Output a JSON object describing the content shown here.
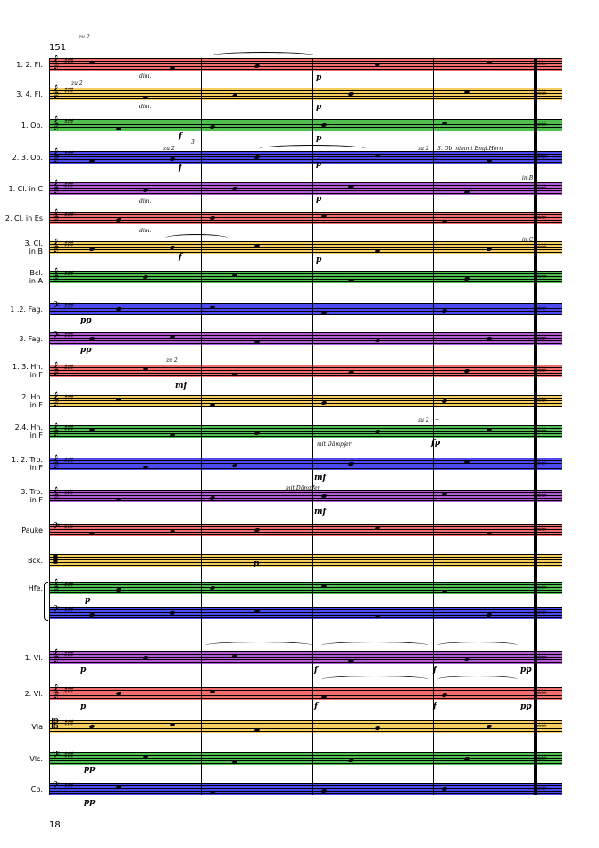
{
  "measure_number": "151",
  "page_number": "18",
  "colors": {
    "red": "#f26d6d",
    "yellow": "#f5cd5f",
    "green": "#4fbf4f",
    "blue": "#4b4bf0",
    "purple": "#b45bd6"
  },
  "staves": [
    {
      "label": "1. 2. Fl.",
      "color": "red",
      "clef": "treble"
    },
    {
      "label": "3. 4. Fl.",
      "color": "yellow",
      "clef": "treble"
    },
    {
      "label": "1. Ob.",
      "color": "green",
      "clef": "treble"
    },
    {
      "label": "2. 3. Ob.",
      "color": "blue",
      "clef": "treble"
    },
    {
      "label": "1. Cl. in C",
      "color": "purple",
      "clef": "treble"
    },
    {
      "label": "2. Cl. in Es",
      "color": "red",
      "clef": "treble"
    },
    {
      "label": "3. Cl.\nin B",
      "color": "yellow",
      "clef": "treble"
    },
    {
      "label": "Bcl.\nin A",
      "color": "green",
      "clef": "treble"
    },
    {
      "label": "1 .2. Fag.",
      "color": "blue",
      "clef": "bass"
    },
    {
      "label": "3. Fag.",
      "color": "purple",
      "clef": "bass"
    },
    {
      "label": "1. 3. Hn.\nin F",
      "color": "red",
      "clef": "treble"
    },
    {
      "label": "2. Hn.\nin F",
      "color": "yellow",
      "clef": "treble"
    },
    {
      "label": "2.4. Hn.\nin F",
      "color": "green",
      "clef": "treble"
    },
    {
      "label": "1. 2. Trp.\nin F",
      "color": "blue",
      "clef": "treble"
    },
    {
      "label": "3. Trp.\nin F",
      "color": "purple",
      "clef": "treble"
    },
    {
      "label": "Pauke",
      "color": "red",
      "clef": "bass"
    },
    {
      "label": "Bck.",
      "color": "yellow",
      "clef": "perc"
    },
    {
      "label": "Hfe.",
      "color": "green",
      "clef": "treble"
    },
    {
      "label": "",
      "color": "blue",
      "clef": "bass"
    },
    {
      "label": "1. Vl.",
      "color": "purple",
      "clef": "treble"
    },
    {
      "label": "2. Vl.",
      "color": "red",
      "clef": "treble"
    },
    {
      "label": "Vla",
      "color": "yellow",
      "clef": "alto"
    },
    {
      "label": "Vlc.",
      "color": "green",
      "clef": "bass"
    },
    {
      "label": "Cb.",
      "color": "blue",
      "clef": "bass"
    }
  ],
  "annotations": {
    "zu2_a": "zu 2",
    "zu2_b": "zu 2",
    "zu2_c": "zu 2",
    "zu2_d": "zu 2",
    "zu2_e": "zu 2",
    "zu2_f": "zu 2",
    "dim1": "dim.",
    "dim2": "dim.",
    "dim3": "dim.",
    "dim4": "dim.",
    "ob_note": "3. Ob. nimmt Engl.Horn",
    "in_b": "in B",
    "in_c": "in C",
    "mit_dampfer1": "mit Dämpfer",
    "mit_dampfer2": "mit Dämpfer",
    "plus": "+",
    "triplet": "3"
  },
  "dynamics": {
    "p1": "p",
    "p2": "p",
    "p3": "p",
    "p4": "p",
    "p5": "p",
    "p6": "p",
    "p7": "p",
    "p8": "p",
    "p9": "p",
    "p10": "p",
    "f1": "f",
    "f2": "f",
    "f3": "f",
    "f4": "f",
    "f5": "f",
    "f6": "f",
    "f7": "f",
    "pp1": "pp",
    "pp2": "pp",
    "pp3": "pp",
    "pp4": "pp",
    "pp5": "pp",
    "pp6": "pp",
    "mf1": "mf",
    "mf2": "mf",
    "mf3": "mf",
    "fp1": "fp"
  }
}
